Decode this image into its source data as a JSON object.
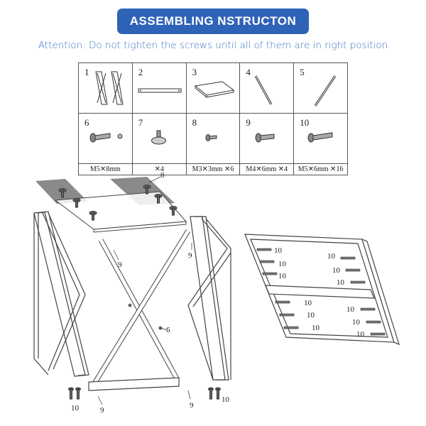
{
  "header": {
    "title": "ASSEMBLING NSTRUCTON",
    "attention": "Attention: Do not tighten the screws until all of them are in right position"
  },
  "parts": [
    {
      "num": "1",
      "spec": "",
      "icon": "x-frame-leg-icon"
    },
    {
      "num": "2",
      "spec": "",
      "icon": "crossbar-icon"
    },
    {
      "num": "3",
      "spec": "",
      "icon": "tabletop-panel-icon"
    },
    {
      "num": "4",
      "spec": "",
      "icon": "diagonal-rod-icon"
    },
    {
      "num": "5",
      "spec": "",
      "icon": "diagonal-rod-thin-icon"
    },
    {
      "num": "6",
      "spec": "M5✕8mm",
      "icon": "screw-with-nut-icon"
    },
    {
      "num": "7",
      "spec": "✕4",
      "icon": "leveling-foot-icon"
    },
    {
      "num": "8",
      "spec": "M3✕3mm ✕6",
      "icon": "small-screw-icon"
    },
    {
      "num": "9",
      "spec": "M4✕6mm ✕4",
      "icon": "medium-screw-icon"
    },
    {
      "num": "10",
      "spec": "M5✕6mm ✕16",
      "icon": "long-screw-icon"
    }
  ],
  "callouts": {
    "c8": "8",
    "c9a": "9",
    "c9b": "9",
    "c9c": "9",
    "c9d": "9",
    "c6": "6",
    "c10a": "10",
    "c10b": "10",
    "p10_1": "10",
    "p10_2": "10",
    "p10_3": "10",
    "p10_4": "10",
    "p10_5": "10",
    "p10_6": "10",
    "p10_7": "10",
    "p10_8": "10",
    "p10_9": "10",
    "p10_10": "10",
    "p10_11": "10",
    "p10_12": "10"
  }
}
